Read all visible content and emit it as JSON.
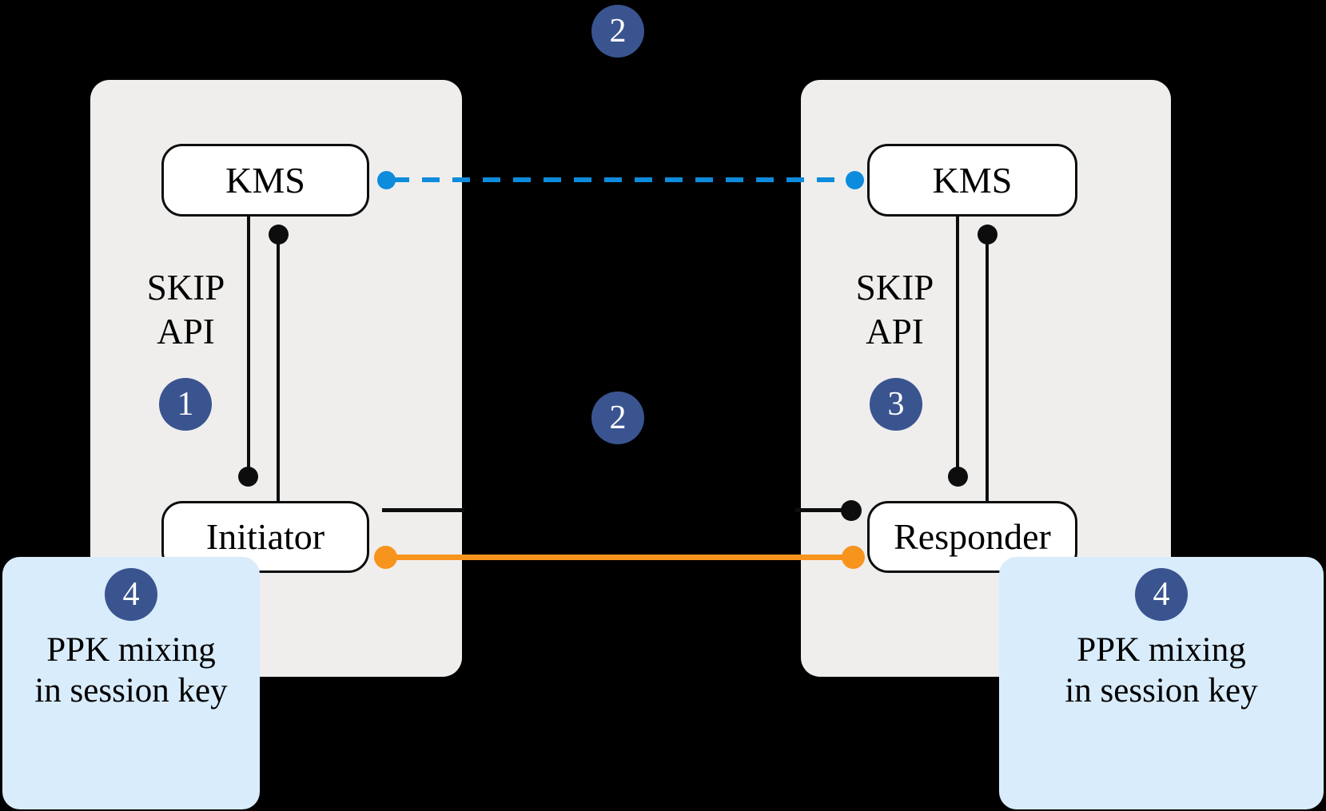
{
  "diagram": {
    "title": "SKIP / PPK key establishment between Initiator and Responder",
    "background_color": "#000000",
    "colors": {
      "panel": "#efeeed",
      "node_fill": "#ffffff",
      "node_border": "#0d0d0d",
      "badge": "#3a5490",
      "ppk_box": "#d9ecfb",
      "blue_link": "#0d8bdc",
      "orange_link": "#f7941e",
      "black_link": "#0d0d0d"
    }
  },
  "badges": {
    "top_center": "2",
    "middle_center": "2",
    "left_skip": "1",
    "right_skip": "3",
    "left_ppk": "4",
    "right_ppk": "4"
  },
  "left_domain": {
    "kms_label": "KMS",
    "skip_label_line1": "SKIP",
    "skip_label_line2": "API",
    "peer_label": "Initiator"
  },
  "right_domain": {
    "kms_label": "KMS",
    "skip_label_line1": "SKIP",
    "skip_label_line2": "API",
    "peer_label": "Responder"
  },
  "ppk_left": {
    "line1": "PPK mixing",
    "line2": "in session key"
  },
  "ppk_right": {
    "line1": "PPK mixing",
    "line2": "in session key"
  },
  "links": {
    "kms_to_kms": "blue-dashed-link",
    "peer_to_peer_black": "black-solid-link",
    "peer_to_peer_orange": "orange-solid-link"
  }
}
